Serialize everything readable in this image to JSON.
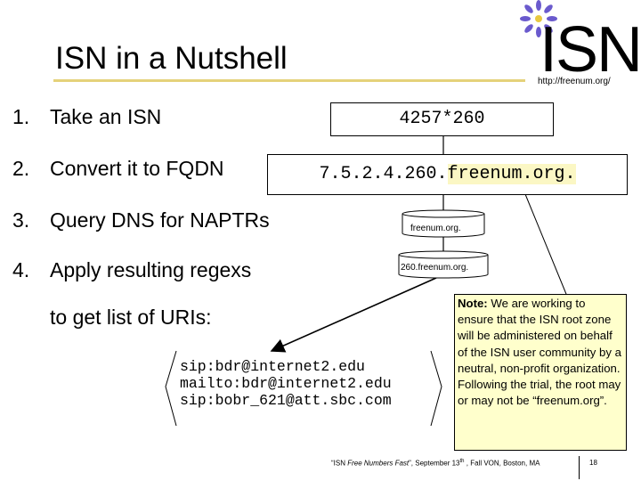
{
  "title": "ISN in a Nutshell",
  "logo": {
    "text": "ISN",
    "url": "http://freenum.org/"
  },
  "steps": [
    {
      "num": "1.",
      "text": "Take an ISN"
    },
    {
      "num": "2.",
      "text": "Convert it to FQDN"
    },
    {
      "num": "3.",
      "text": "Query DNS for NAPTRs"
    },
    {
      "num": "4.",
      "text": "Apply resulting regexs"
    }
  ],
  "step4_cont": "to get list of URIs:",
  "isn_value": "4257*260",
  "fqdn": {
    "prefix": "7.5.2.4.260.",
    "suffix": "freenum.org."
  },
  "zones": [
    "freenum.org.",
    "260.freenum.org."
  ],
  "uris": [
    "sip:bdr@internet2.edu",
    "mailto:bdr@internet2.edu",
    "sip:bobr_621@att.sbc.com"
  ],
  "note": {
    "label": "Note:",
    "text": " We are working to ensure that the ISN root zone will be administered on behalf of the ISN user community by a neutral, non-profit organization. Following the trial, the root may or may not be “freenum.org”."
  },
  "footer": {
    "quote": "“ISN ",
    "italic": "Free Numbers Fast",
    "rest1": "”, September 13",
    "sup": "th",
    "rest2": " , Fall VON, Boston, MA"
  },
  "page_number": "18",
  "colors": {
    "rule": "#e5d27a",
    "note_bg": "#ffffcc",
    "highlight": "#fbf7c4",
    "flower": "#6a5acd"
  }
}
